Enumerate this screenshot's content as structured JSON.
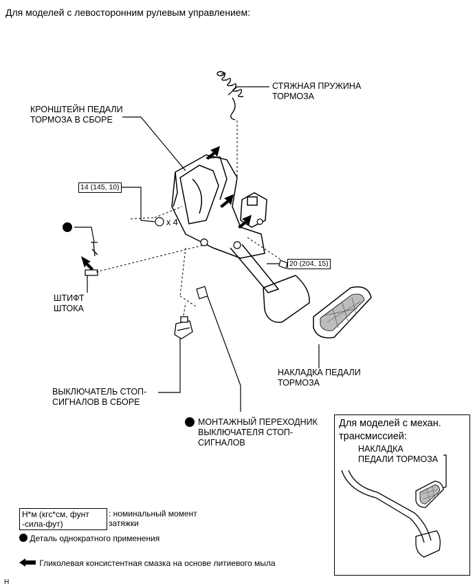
{
  "header": {
    "title": "Для моделей с левосторонним рулевым управлением:"
  },
  "labels": {
    "return_spring_line1": "СТЯЖНАЯ ПРУЖИНА",
    "return_spring_line2": "ТОРМОЗА",
    "bracket_line1": "КРОНШТЕЙН ПЕДАЛИ",
    "bracket_line2": "ТОРМОЗА В СБОРЕ",
    "torque1": "14 (145, 10)",
    "qty": "x 4",
    "torque2": "20 (204, 15)",
    "pin_line1": "ШТИФТ",
    "pin_line2": "ШТОКА",
    "pad_line1": "НАКЛАДКА ПЕДАЛИ",
    "pad_line2": "ТОРМОЗА",
    "switch_line1": "ВЫКЛЮЧАТЕЛЬ СТОП-",
    "switch_line2": "СИГНАЛОВ В СБОРЕ",
    "adapter_line1": "МОНТАЖНЫЙ ПЕРЕХОДНИК",
    "adapter_line2": "ВЫКЛЮЧАТЕЛЯ СТОП-",
    "adapter_line3": "СИГНАЛОВ"
  },
  "inset": {
    "title_line1": "Для моделей с механ.",
    "title_line2": "трансмиссией:",
    "pad_line1": "НАКЛАДКА",
    "pad_line2": "ПЕДАЛИ ТОРМОЗА"
  },
  "legend": {
    "torque_box_line1": "Н*м (кгс*см, фунт",
    "torque_box_line2": "-сила-фут)",
    "torque_desc_line1": ": номинальный момент",
    "torque_desc_line2": "затяжки",
    "nonreusable": "Деталь однократного применения",
    "grease": "Гликолевая консистентная смазка на основе литиевого мыла"
  },
  "footer": {
    "code": "H"
  }
}
